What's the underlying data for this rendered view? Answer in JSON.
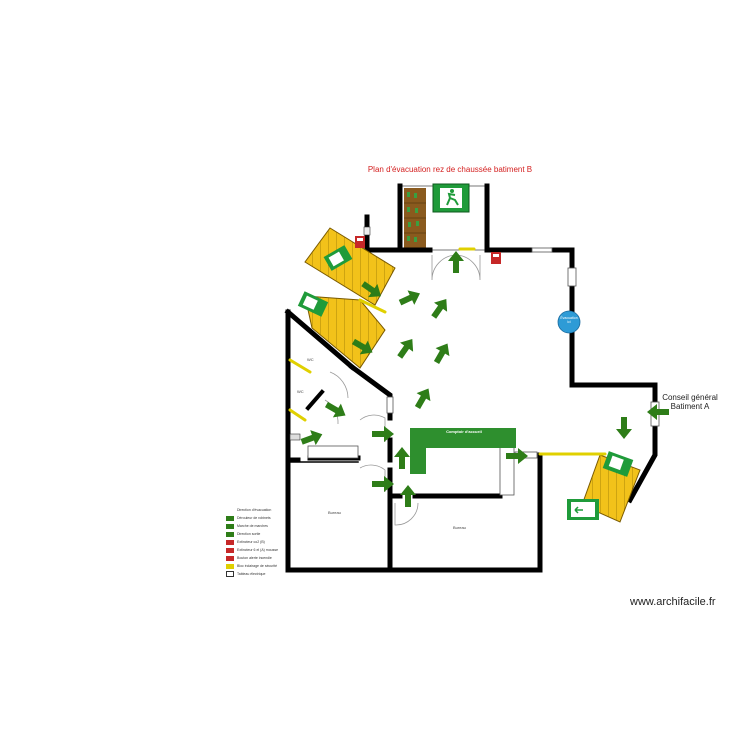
{
  "plan": {
    "title": "Plan d'évacuation rez de chaussée batiment B",
    "neighbor_label_line1": "Conseil général",
    "neighbor_label_line2": "Batiment A",
    "watermark": "www.archifacile.fr",
    "rooms": {
      "wc_upper": "WC",
      "wc_lower": "WC",
      "comptoir": "Comptoir d'accueil",
      "bureau_left": "Bureau",
      "bureau_right": "Bureau"
    },
    "assembly_point": {
      "line1": "Évacuation",
      "line2": "ici",
      "color": "#2e9bd6"
    }
  },
  "legend": [
    {
      "label": "Direction d'évacuation",
      "icon": "green-arrow-icon",
      "color": "#2e7d18"
    },
    {
      "label": "Dérouleur de robinets",
      "icon": "hose-reel-icon",
      "color": "#2e7d18"
    },
    {
      "label": "Marche de marches",
      "icon": "stairs-icon",
      "color": "#2e7d18"
    },
    {
      "label": "Direction sortie",
      "icon": "exit-sign-icon",
      "color": "#2e7d18"
    },
    {
      "label": "Extincteur co2 (B)",
      "icon": "co2-extinguisher-icon",
      "color": "#c62828"
    },
    {
      "label": "Extincteur 6 el (A) mousse",
      "icon": "foam-extinguisher-icon",
      "color": "#c62828"
    },
    {
      "label": "Bouton alerte incendie",
      "icon": "fire-alarm-button-icon",
      "color": "#c62828"
    },
    {
      "label": "Bloc éclairage de sécurité",
      "icon": "emergency-light-icon",
      "color": "#e0d000"
    },
    {
      "label": "Tableau électrique",
      "icon": "electrical-panel-icon",
      "color": "#333333"
    }
  ],
  "colors": {
    "wall": "#000000",
    "stairs": "#f2c21a",
    "arrow": "#2e7d18",
    "exit_sign": "#1f9b3a",
    "title": "#d42020"
  }
}
